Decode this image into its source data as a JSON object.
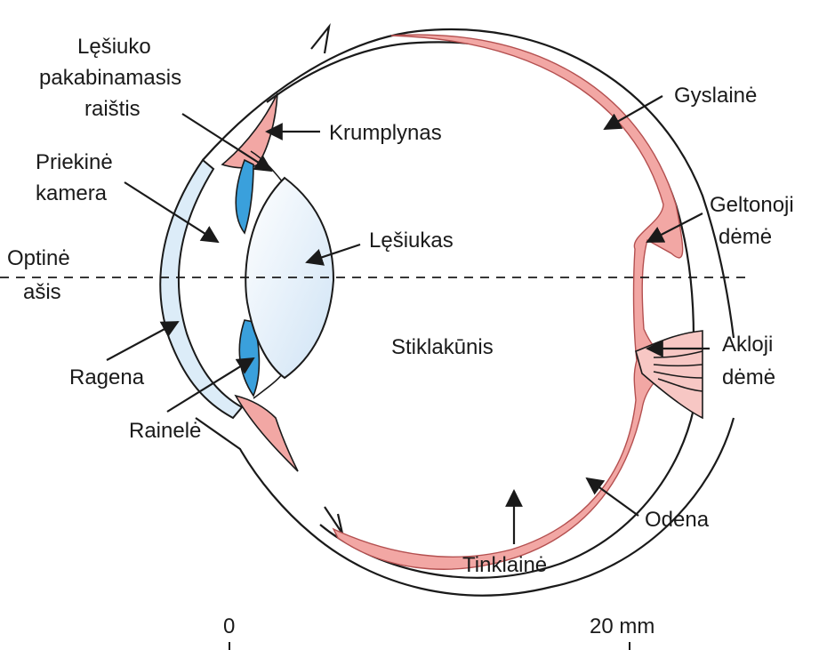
{
  "labels": {
    "suspensory_ligament": [
      "Lęšiuko",
      "pakabinamasis",
      "raištis"
    ],
    "anterior_chamber": [
      "Priekinė",
      "kamera"
    ],
    "optic_axis": [
      "Optinė",
      "ašis"
    ],
    "cornea": "Ragena",
    "iris": "Rainelė",
    "ciliary_body": "Krumplynas",
    "lens": "Lęšiukas",
    "vitreous": "Stiklakūnis",
    "choroid": "Gyslainė",
    "macula": [
      "Geltonoji",
      "dėmė"
    ],
    "blind_spot": [
      "Akloji",
      "dėmė"
    ],
    "sclera": "Odena",
    "retina": "Tinklainė"
  },
  "scale": {
    "start": "0",
    "end": "20 mm"
  },
  "colors": {
    "tissue_pink": "#f2a7a4",
    "tissue_dark": "#c96a6a",
    "cornea_fill": "#dcecf8",
    "lens_fill": "#e6f1fb",
    "iris_blue": "#3aa0dc"
  }
}
